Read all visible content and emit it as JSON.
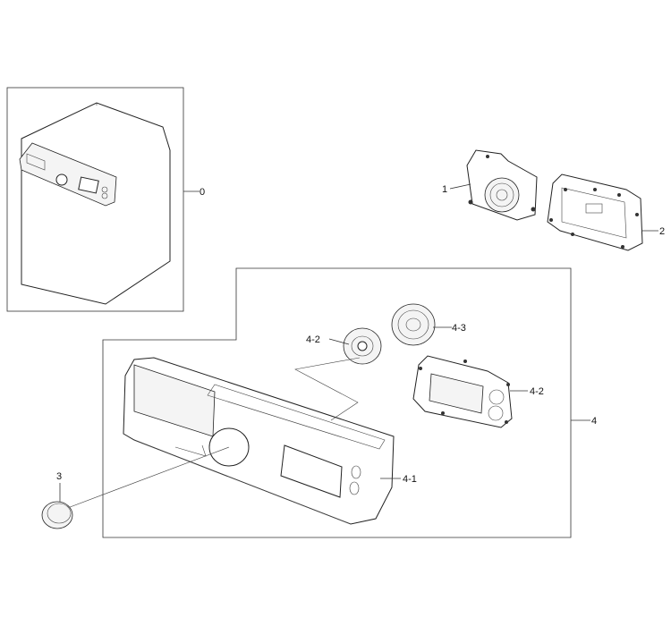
{
  "callouts": {
    "c0": "0",
    "c1": "1",
    "c2": "2",
    "c3": "3",
    "c4": "4",
    "c4_1": "4-1",
    "c4_2a": "4-2",
    "c4_2b": "4-2",
    "c4_3": "4-3"
  }
}
